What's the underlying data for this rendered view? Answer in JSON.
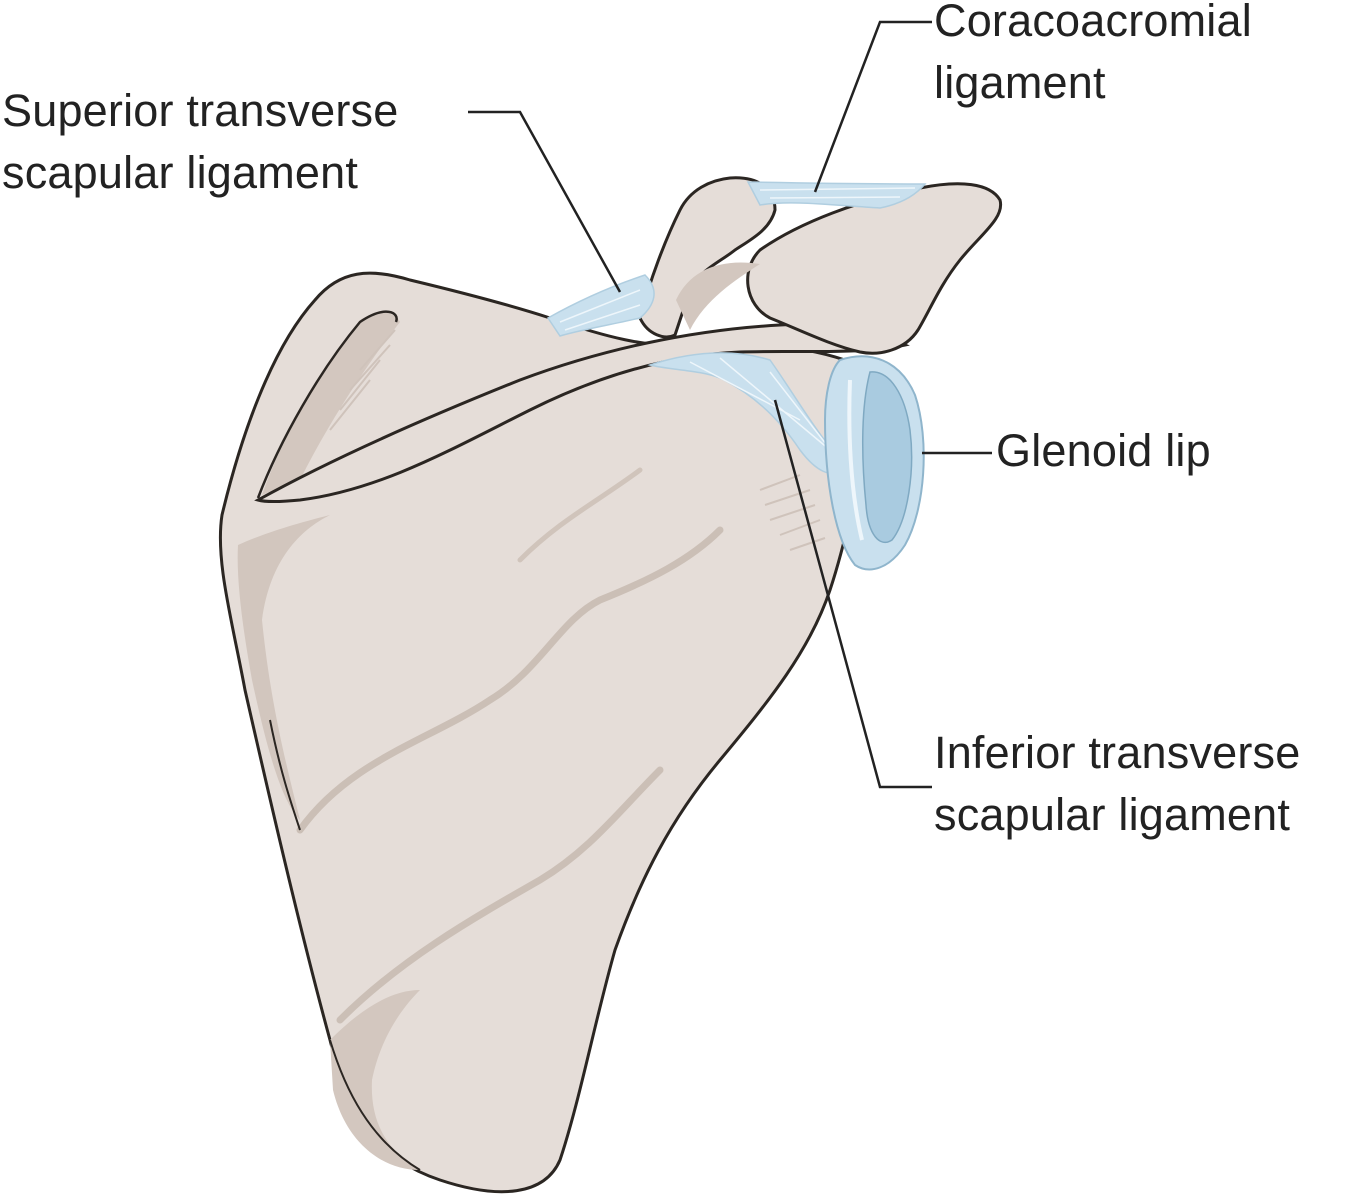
{
  "labels": {
    "coracoacromial": [
      "Coracoacromial",
      "ligament"
    ],
    "superior_transverse": [
      "Superior transverse",
      "scapular ligament"
    ],
    "glenoid_lip": [
      "Glenoid lip"
    ],
    "inferior_transverse": [
      "Inferior transverse",
      "scapular ligament"
    ]
  },
  "colors": {
    "bone": "#e5ddd8",
    "bone_shadow": "#cfc3bb",
    "bone_outline": "#2b2622",
    "ligament": "#c9e0ee",
    "ligament_fiber": "#eef6fb",
    "leader_line": "#222222",
    "text": "#222222"
  }
}
